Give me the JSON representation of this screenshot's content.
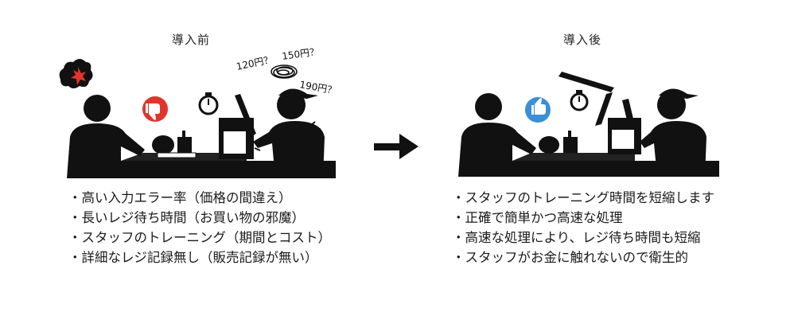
{
  "before": {
    "title": "導入前",
    "prices": [
      "120円？",
      "150円？",
      "190円？"
    ],
    "bullets": [
      "高い入力エラー率（価格の間違え）",
      "長いレジ待ち時間（お買い物の邪魔）",
      "スタッフのトレーニング（期間とコスト）",
      "詳細なレジ記録無し（販売記録が無い）"
    ]
  },
  "after": {
    "title": "導入後",
    "bullets": [
      "スタッフのトレーニング時間を短縮します",
      "正確で簡単かつ高速な処理",
      "高速な処理により、レジ待ち時間も短縮",
      "スタッフがお金に触れないので衛生的"
    ]
  },
  "colors": {
    "ink": "#111111",
    "dislike": "#e0352b",
    "like": "#3a8fd6"
  },
  "icons": [
    "anger-bubble-icon",
    "thumbs-down-icon",
    "thumbs-up-icon",
    "stopwatch-icon",
    "right-arrow-icon"
  ]
}
